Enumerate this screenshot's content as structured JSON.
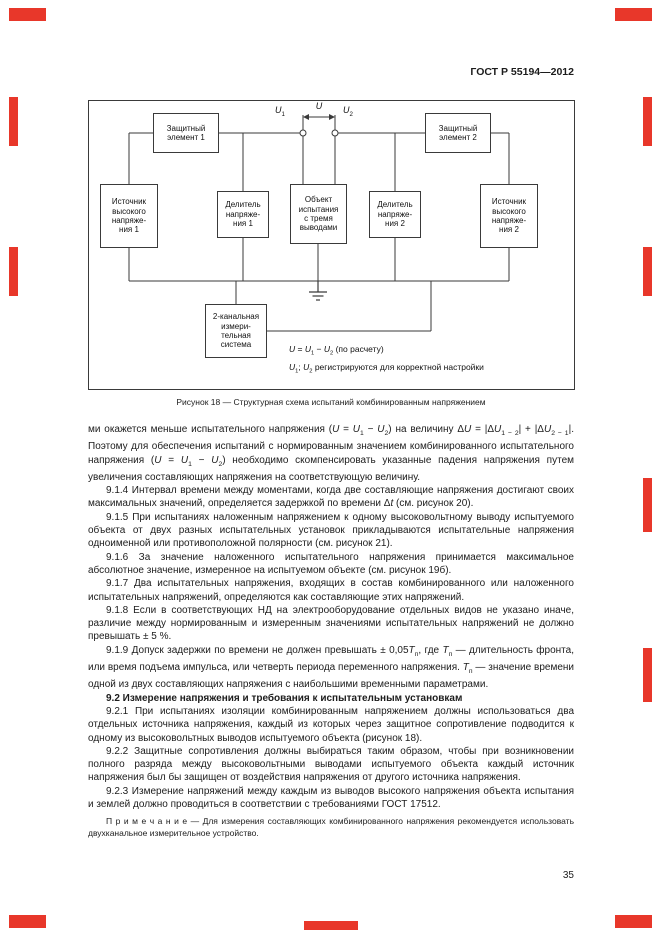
{
  "page": {
    "header": "ГОСТ Р 55194—2012",
    "page_number": "35",
    "edge_mark_color": "#e8372a"
  },
  "figure": {
    "caption": "Рисунок 18 — Структурная схема испытаний комбинированным напряжением",
    "boxes": {
      "protect1": "Защитный\nэлемент 1",
      "protect2": "Защитный\nэлемент 2",
      "source1": "Источник\nвысокого\nнапряже-\nния 1",
      "divider1": "Делитель\nнапряже-\nния 1",
      "object": "Объект\nиспытания\nс тремя\nвыводами",
      "divider2": "Делитель\nнапряже-\nния 2",
      "source2": "Источник\nвысокого\nнапряже-\nния 2",
      "meter": "2-канальная\nизмери-\nтельная\nсистема"
    },
    "labels": {
      "u1": "<i>U</i><sub>1</sub>",
      "u": "<i>U</i>",
      "u2": "<i>U</i><sub>2</sub>"
    },
    "formulas": {
      "calc": "<i>U</i> = <i>U</i><sub>1</sub> − <i>U</i><sub>2</sub> (по расчету)",
      "registration": "<i>U</i><sub>1</sub>; <i>U</i><sub>2</sub> регистрируются для корректной настройки"
    }
  },
  "paragraphs": [
    {
      "html": "ми окажется меньше испытательного напряжения (<i>U</i> = <i>U</i><sub>1</sub> − <i>U</i><sub>2</sub>) на величину Δ<i>U</i> = |Δ<i>U</i><sub>1 − 2</sub>| + |Δ<i>U</i><sub>2 − 1</sub>|. Поэтому для обеспечения испытаний с нормированным значением комбинированного испытательного напряжения (<i>U</i> = <i>U</i><sub>1</sub> − <i>U</i><sub>2</sub>) необходимо скомпенсировать указанные падения напряжения путем увеличения составляющих напряжения на соответствующую величину."
    },
    {
      "html": "9.1.4 Интервал времени между моментами, когда две составляющие напряжения достигают своих максимальных значений, определяется задержкой по времени Δ<i>t</i> (см. рисунок 20)."
    },
    {
      "html": "9.1.5 При испытаниях наложенным напряжением к одному высоковольтному выводу испытуемого объекта от двух разных испытательных установок прикладываются испытательные напряжения одноименной или противоположной полярности (см. рисунок 21)."
    },
    {
      "html": "9.1.6 За значение наложенного испытательного напряжения принимается максимальное абсолютное значение, измеренное на испытуемом объекте (см. рисунок 19б)."
    },
    {
      "html": "9.1.7 Два испытательных напряжения, входящих в состав комбинированного или наложенного испытательных напряжений, определяются как составляющие этих напряжений."
    },
    {
      "html": "9.1.8 Если в соответствующих НД на электрооборудование отдельных видов не указано иначе, различие между нормированным и измеренным значениями испытательных напряжений не должно превышать ± 5 %."
    },
    {
      "html": "9.1.9 Допуск задержки по времени не должен превышать ± 0,05<i>Т</i><sub>п</sub>, где <i>Т</i><sub>п</sub> — длительность фронта, или время подъема импульса, или четверть периода переменного напряжения. <i>Т</i><sub>п</sub> — значение времени одной из двух составляющих напряжения с наибольшими временными параметрами."
    },
    {
      "html": "9.2 Измерение напряжения и требования к испытательным установкам"
    },
    {
      "html": "9.2.1 При испытаниях изоляции комбинированным напряжением должны использоваться два отдельных источника напряжения, каждый из которых через защитное сопротивление подводится к одному из высоковольтных выводов испытуемого объекта (рисунок 18)."
    },
    {
      "html": "9.2.2 Защитные сопротивления должны выбираться таким образом, чтобы при возникновении полного разряда между высоковольтными выводами испытуемого объекта каждый источник напряжения был бы защищен от воздействия напряжения от другого источника напряжения."
    },
    {
      "html": "9.2.3 Измерение напряжений между каждым из выводов высокого напряжения объекта испытания и землей должно проводиться в соответствии с требованиями ГОСТ 17512."
    },
    {
      "html": "П р и м е ч а н и е — Для измерения составляющих комбинированного напряжения рекомендуется использовать двухканальное измерительное устройство."
    }
  ]
}
